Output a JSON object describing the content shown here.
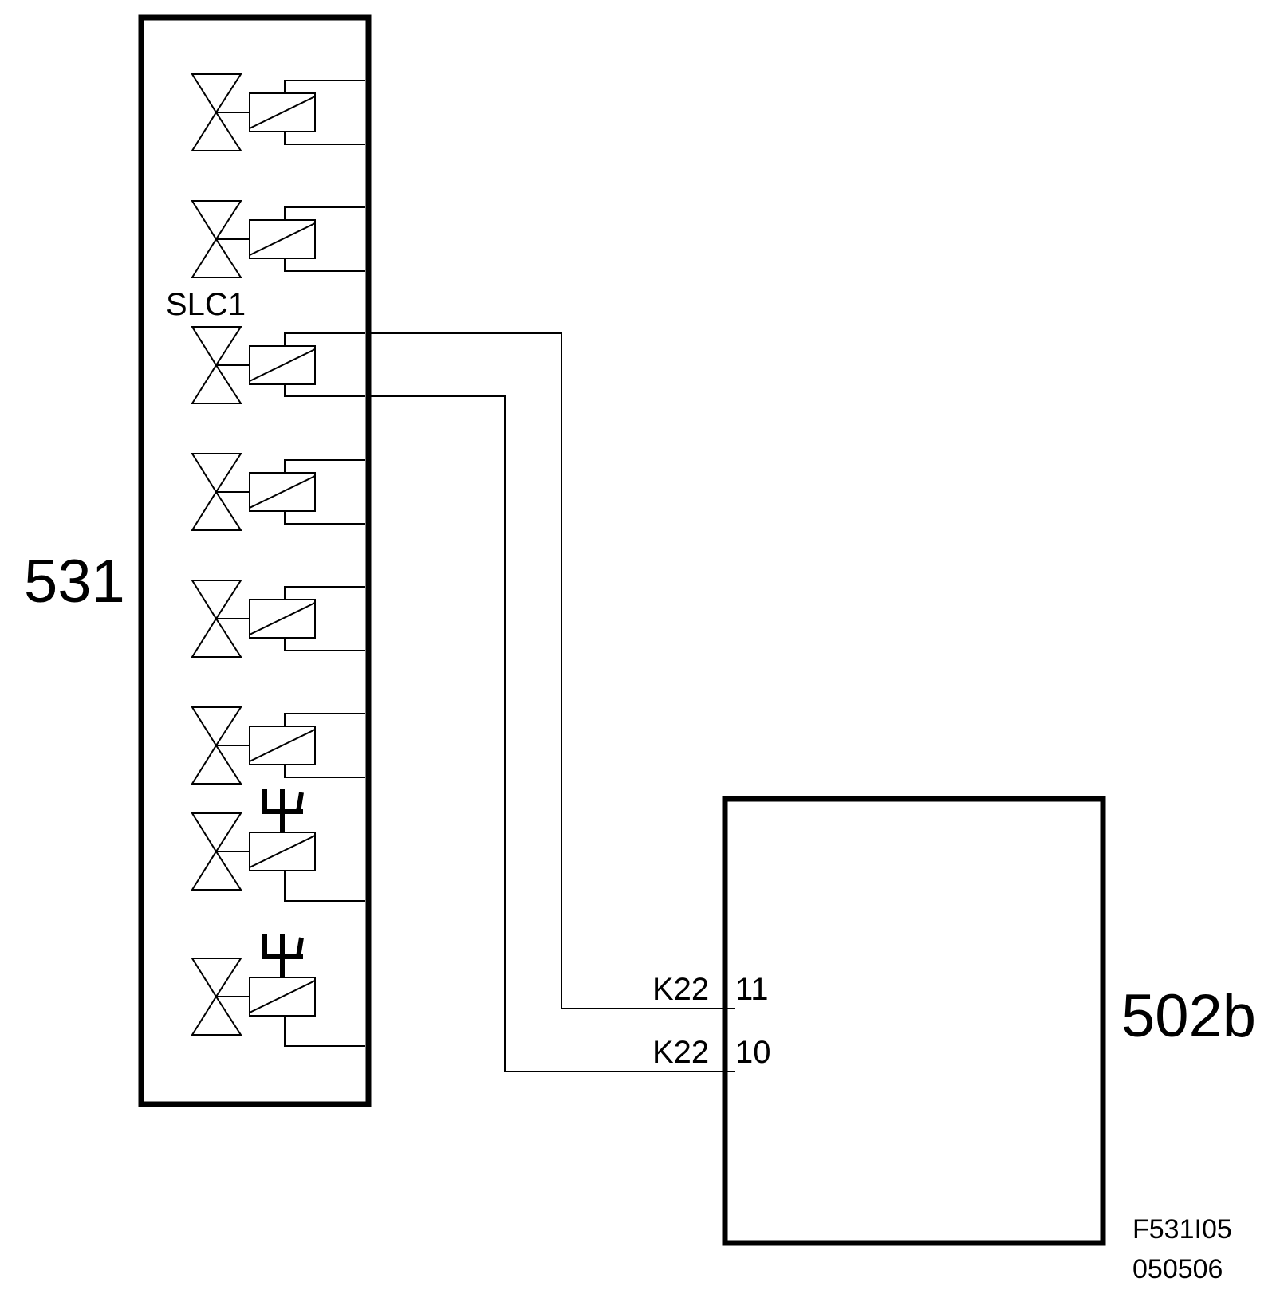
{
  "labels": {
    "unit_left": "531",
    "unit_right": "502b",
    "valve_tag": "SLC1",
    "terminal_top_name": "K22",
    "terminal_top_pin": "11",
    "terminal_bottom_name": "K22",
    "terminal_bottom_pin": "10",
    "figure_code": "F531I05",
    "figure_date": "050506"
  },
  "valves": [
    {
      "kind": "solenoid"
    },
    {
      "kind": "solenoid"
    },
    {
      "kind": "solenoid",
      "tag": "SLC1",
      "connected": true
    },
    {
      "kind": "solenoid"
    },
    {
      "kind": "solenoid"
    },
    {
      "kind": "solenoid"
    },
    {
      "kind": "solenoid-with-sensor"
    },
    {
      "kind": "solenoid-with-sensor"
    }
  ]
}
